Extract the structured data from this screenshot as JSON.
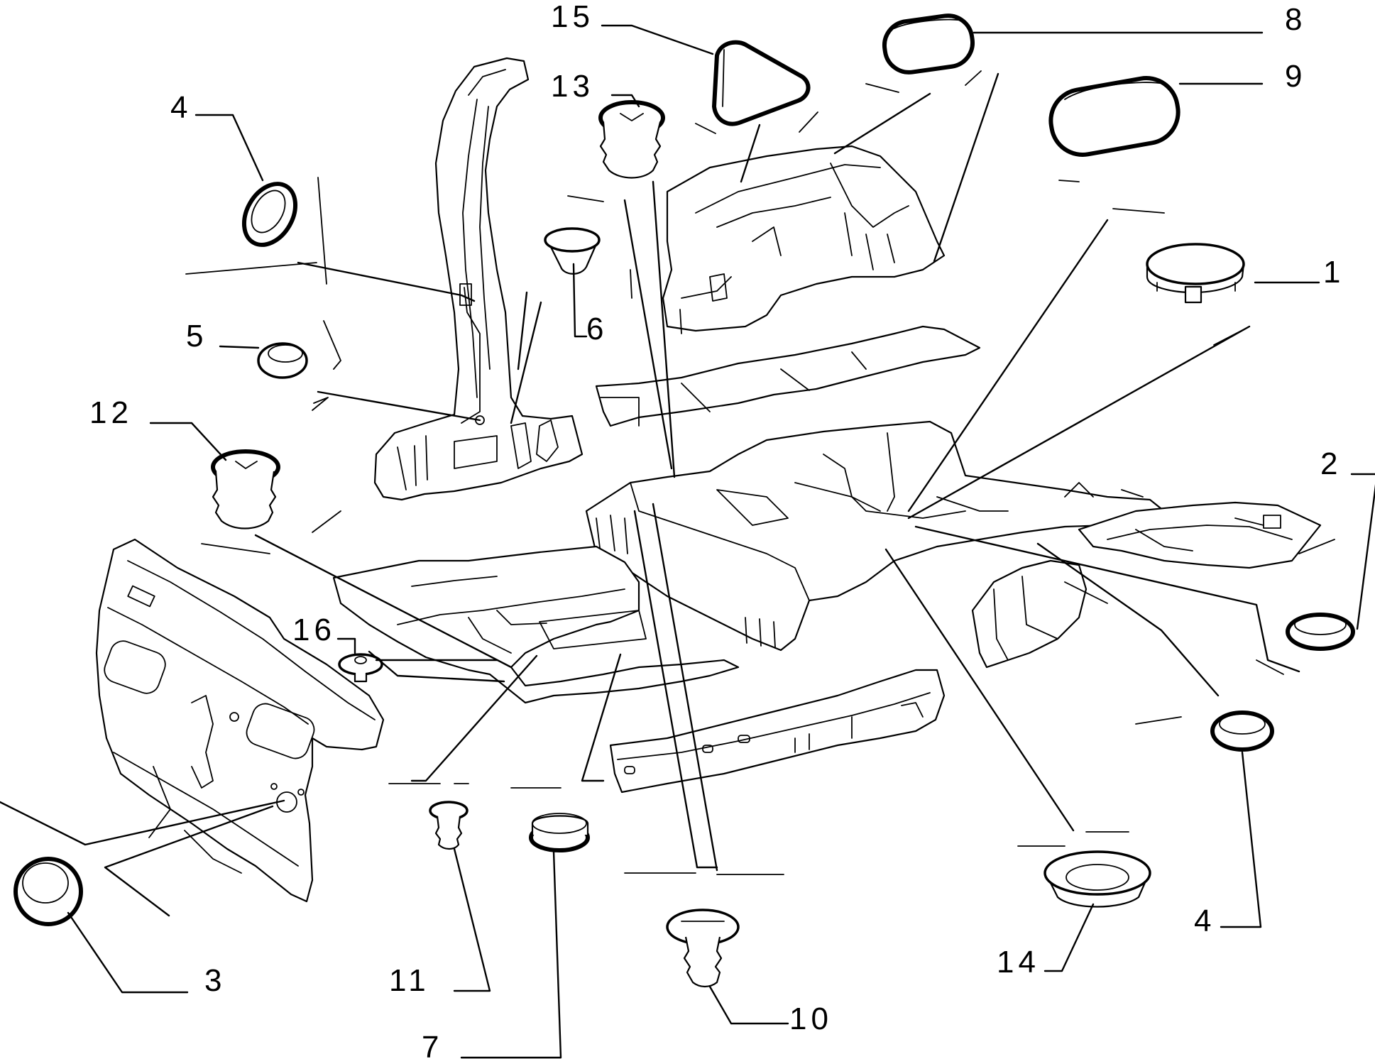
{
  "callouts": [
    {
      "id": "1",
      "text": "1"
    },
    {
      "id": "2",
      "text": "2"
    },
    {
      "id": "3",
      "text": "3"
    },
    {
      "id": "4a",
      "text": "4"
    },
    {
      "id": "4b",
      "text": "4"
    },
    {
      "id": "5",
      "text": "5"
    },
    {
      "id": "6",
      "text": "6"
    },
    {
      "id": "7",
      "text": "7"
    },
    {
      "id": "8",
      "text": "8"
    },
    {
      "id": "9",
      "text": "9"
    },
    {
      "id": "10",
      "text": "10"
    },
    {
      "id": "11",
      "text": "11"
    },
    {
      "id": "12",
      "text": "12"
    },
    {
      "id": "13",
      "text": "13"
    },
    {
      "id": "14",
      "text": "14"
    },
    {
      "id": "15",
      "text": "15"
    },
    {
      "id": "16",
      "text": "16"
    }
  ],
  "colors": {
    "ink": "#000000",
    "paper": "#ffffff"
  }
}
